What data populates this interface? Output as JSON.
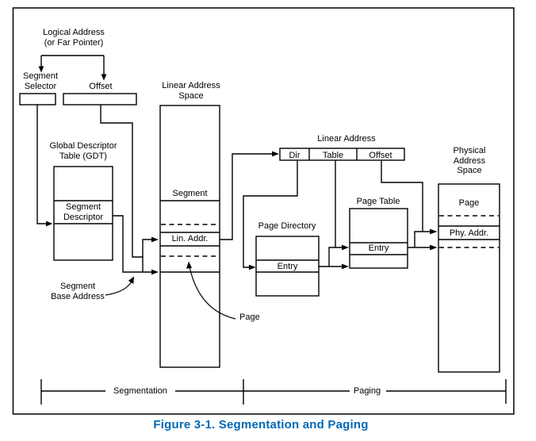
{
  "caption": "Figure 3-1.  Segmentation and Paging",
  "colors": {
    "caption_blue": "#0068b5",
    "line_black": "#000000",
    "background": "#ffffff"
  },
  "labels": {
    "logical_address_line1": "Logical Address",
    "logical_address_line2": "(or Far Pointer)",
    "segment_selector_line1": "Segment",
    "segment_selector_line2": "Selector",
    "offset": "Offset",
    "linear_address_space_line1": "Linear Address",
    "linear_address_space_line2": "Space",
    "gdt_line1": "Global Descriptor",
    "gdt_line2": "Table (GDT)",
    "segment_descriptor_line1": "Segment",
    "segment_descriptor_line2": "Descriptor",
    "segment": "Segment",
    "lin_addr": "Lin. Addr.",
    "segment_base_line1": "Segment",
    "segment_base_line2": "Base Address",
    "page_leader": "Page",
    "linear_address": "Linear Address",
    "dir": "Dir",
    "table": "Table",
    "offset_field": "Offset",
    "page_directory": "Page Directory",
    "pd_entry": "Entry",
    "page_table": "Page Table",
    "pt_entry": "Entry",
    "physical_line1": "Physical",
    "physical_line2": "Address",
    "physical_line3": "Space",
    "page": "Page",
    "phy_addr": "Phy. Addr.",
    "segmentation": "Segmentation",
    "paging": "Paging"
  }
}
